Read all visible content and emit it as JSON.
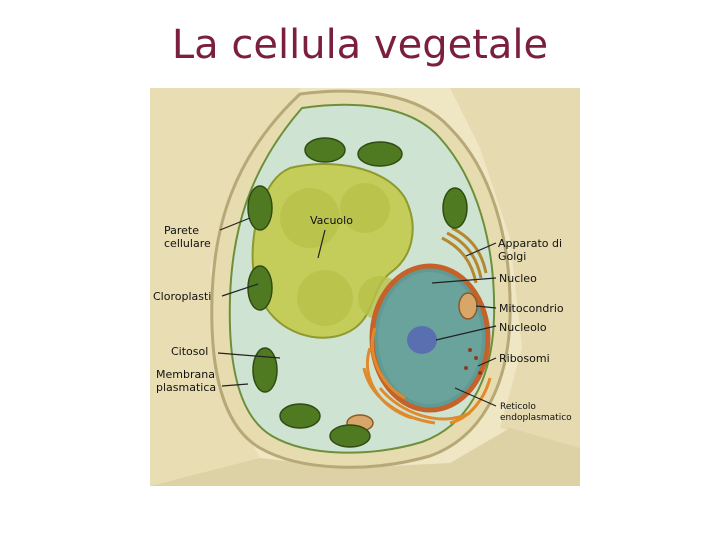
{
  "page": {
    "title": "La cellula vegetale"
  },
  "labels": {
    "parete": "Parete cellulare",
    "parete_line1": "Parete",
    "parete_line2": "cellulare",
    "vacuolo": "Vacuolo",
    "cloroplasti": "Cloroplasti",
    "citosol": "Citosol",
    "membrana_line1": "Membrana",
    "membrana_line2": "plasmatica",
    "golgi_line1": "Apparato di",
    "golgi_line2": "Golgi",
    "nucleo": "Nucleo",
    "mitocondrio": "Mitocondrio",
    "nucleolo": "Nucleolo",
    "ribosomi": "Ribosomi",
    "reticolo_line1": "Reticolo",
    "reticolo_line2": "endoplasmatico"
  },
  "colors": {
    "title": "#7a1f3d",
    "cell_wall": "#e6dcb0",
    "cytosol": "#cfe3d3",
    "vacuole": "#b6c24a",
    "chloroplast": "#4f7a22",
    "nucleus": "#5f9a94",
    "nucleolus": "#5a6fb0",
    "er": "#e08a2c"
  }
}
